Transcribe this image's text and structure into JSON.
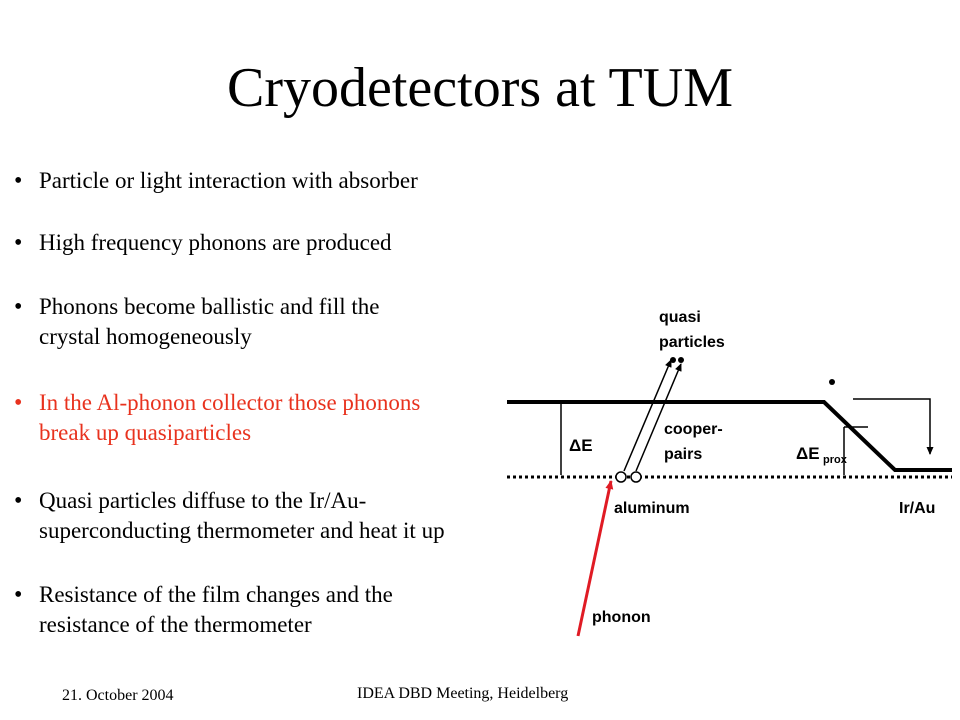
{
  "slide": {
    "title": "Cryodetectors at TUM",
    "bullets": [
      {
        "line1": "Particle or light interaction with absorber",
        "line2": "",
        "color": "#000000"
      },
      {
        "line1": "High frequency phonons are produced",
        "line2": "",
        "color": "#000000"
      },
      {
        "line1": "Phonons become ballistic and fill the",
        "line2": "crystal homogeneously",
        "color": "#000000"
      },
      {
        "line1": "In the Al-phonon collector those phonons",
        "line2": "break up quasiparticles",
        "color": "#e8321e"
      },
      {
        "line1": "Quasi particles diffuse to the Ir/Au-",
        "line2": "superconducting thermometer and heat it up",
        "color": "#000000"
      },
      {
        "line1": "Resistance of the film changes and the",
        "line2": "resistance of the thermometer",
        "color": "#000000"
      }
    ],
    "bullet_symbol": "•",
    "footer_date": "21. October 2004",
    "footer_meeting": "IDEA DBD Meeting, Heidelberg"
  },
  "diagram": {
    "label_quasi": "quasi",
    "label_particles": "particles",
    "label_cooper": "cooper-",
    "label_pairs": "pairs",
    "label_deltaE": "ΔE",
    "label_deltaE_prox": "ΔE",
    "label_prox_sub": "prox",
    "label_aluminum": "aluminum",
    "label_iraU": "Ir/Au",
    "label_phonon": "phonon",
    "phonon_color": "#e01b24"
  }
}
